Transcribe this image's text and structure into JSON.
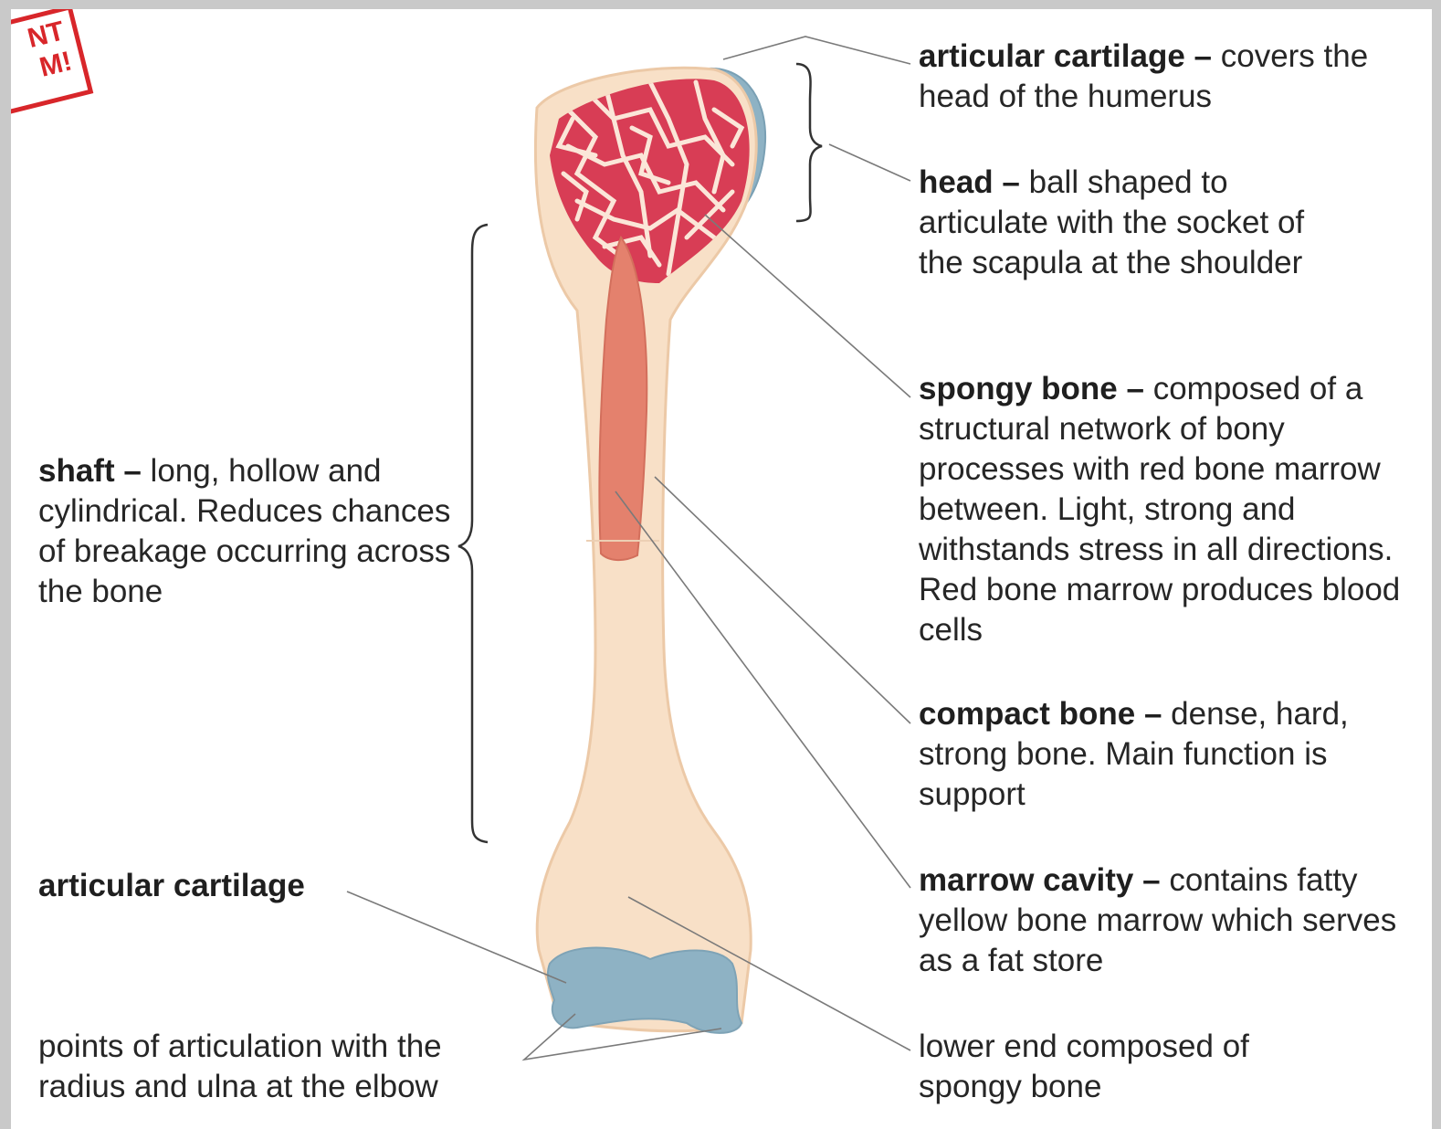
{
  "colors": {
    "bone": "#f7dfc6",
    "bone_outline": "#e9c6a3",
    "spongy_red": "#d83d55",
    "marrow_cavity": "#e4816d",
    "cartilage": "#8eb2c4",
    "leader_lines": "#7a7a7a",
    "stamp_red": "#d8262a"
  },
  "stamp": {
    "text": "NT\nM!"
  },
  "labels": {
    "articular_cartilage_top": {
      "term": "articular cartilage –",
      "text": " covers the head of the humerus"
    },
    "head": {
      "term": "head –",
      "text": " ball shaped to articulate with the socket of the scapula at the shoulder"
    },
    "spongy_bone": {
      "term": "spongy bone –",
      "text": " composed of a structural network of bony processes with red bone marrow between. Light, strong and withstands stress in all directions. Red bone marrow produces blood cells"
    },
    "shaft": {
      "term": "shaft –",
      "text": " long, hollow and cylindrical. Reduces chances of breakage occurring across the bone"
    },
    "compact_bone": {
      "term": "compact bone –",
      "text": " dense, hard, strong bone. Main function is support"
    },
    "marrow_cavity": {
      "term": "marrow cavity –",
      "text": " contains fatty yellow bone marrow which serves as a fat store"
    },
    "articular_cartilage_bottom": {
      "term": "articular cartilage",
      "text": ""
    },
    "points_of_articulation": {
      "term": "",
      "text": "points of articulation with the radius and ulna at the elbow"
    },
    "lower_end": {
      "term": "",
      "text": "lower end composed of spongy bone"
    }
  }
}
